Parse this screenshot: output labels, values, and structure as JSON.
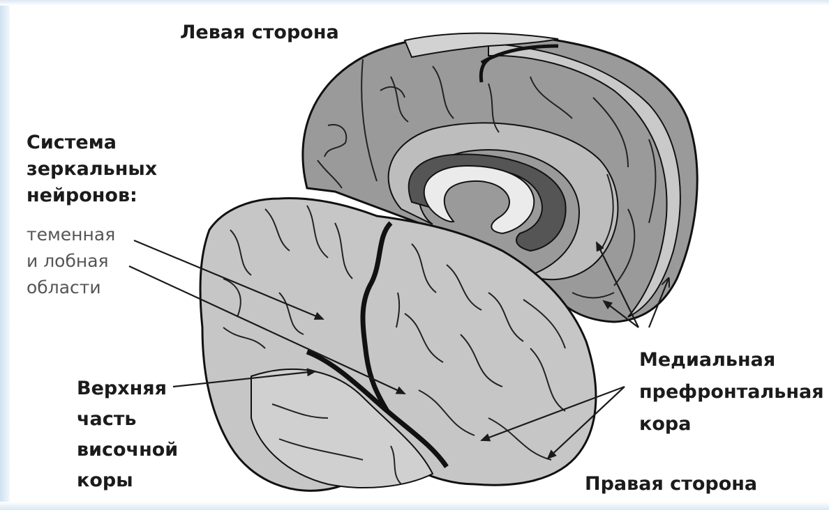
{
  "labels": {
    "left_side": "Левая сторона",
    "mirror_system": {
      "lines": [
        "Система",
        "зеркальных",
        "нейронов:"
      ],
      "detail": [
        "теменная",
        "и лобная",
        "области"
      ]
    },
    "superior_temporal": [
      "Верхняя",
      "часть",
      "височной",
      "коры"
    ],
    "medial_prefrontal": [
      "Медиальная",
      "префронтальная",
      "кора"
    ],
    "right_side": "Правая сторона"
  }
}
